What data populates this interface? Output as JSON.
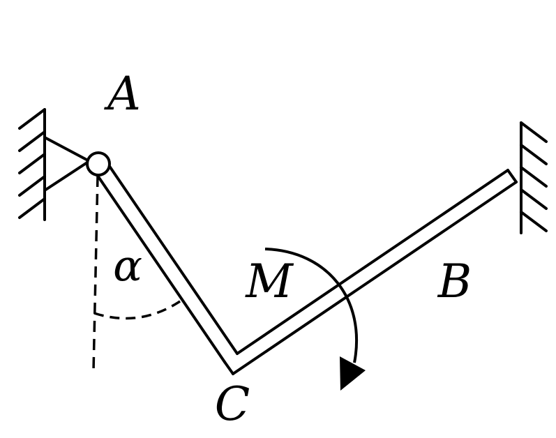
{
  "labels": {
    "point_a": "A",
    "point_b": "B",
    "point_c": "C",
    "moment": "M",
    "angle": "α"
  },
  "colors": {
    "ink": "#000000",
    "background": "#ffffff"
  }
}
